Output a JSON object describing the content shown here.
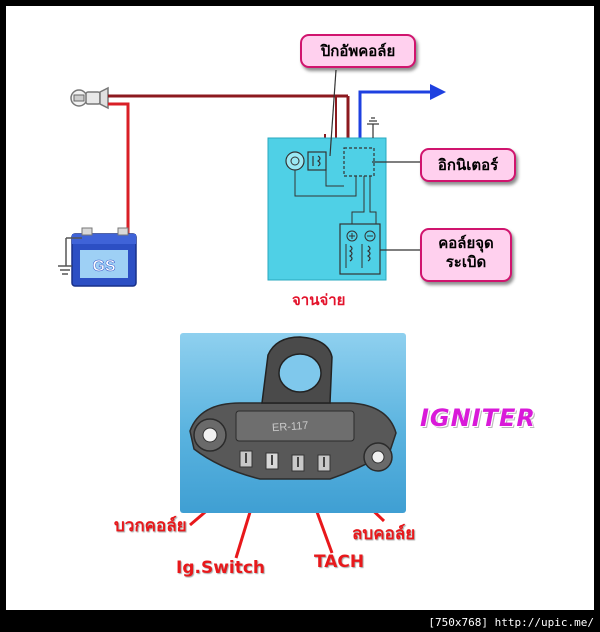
{
  "callouts": {
    "pickup_coil": "ปิกอัพคอล์ย",
    "igniter": "อิกนิเตอร์",
    "ignition_coil_line1": "คอล์ยจุด",
    "ignition_coil_line2": "ระเบิด"
  },
  "distributor_label": "จานจ่าย",
  "battery_label": "GS",
  "module_marking": "ER-117",
  "igniter_title": "IGNITER",
  "pins": {
    "positive_coil": "บวกคอล์ย",
    "ig_switch": "Ig.Switch",
    "tach": "TACH",
    "negative_coil": "ลบคอล์ย"
  },
  "footer": "[750x768] http://upic.me/",
  "colors": {
    "wire_red": "#d91f26",
    "wire_darkred": "#8c1a1f",
    "wire_blue": "#1e40e0",
    "plate": "#4fd0e6",
    "callout_fill": "#ffd0ee",
    "callout_border": "#d0146e",
    "label_red": "#e3122b",
    "igniter_magenta": "#d91ad9"
  }
}
